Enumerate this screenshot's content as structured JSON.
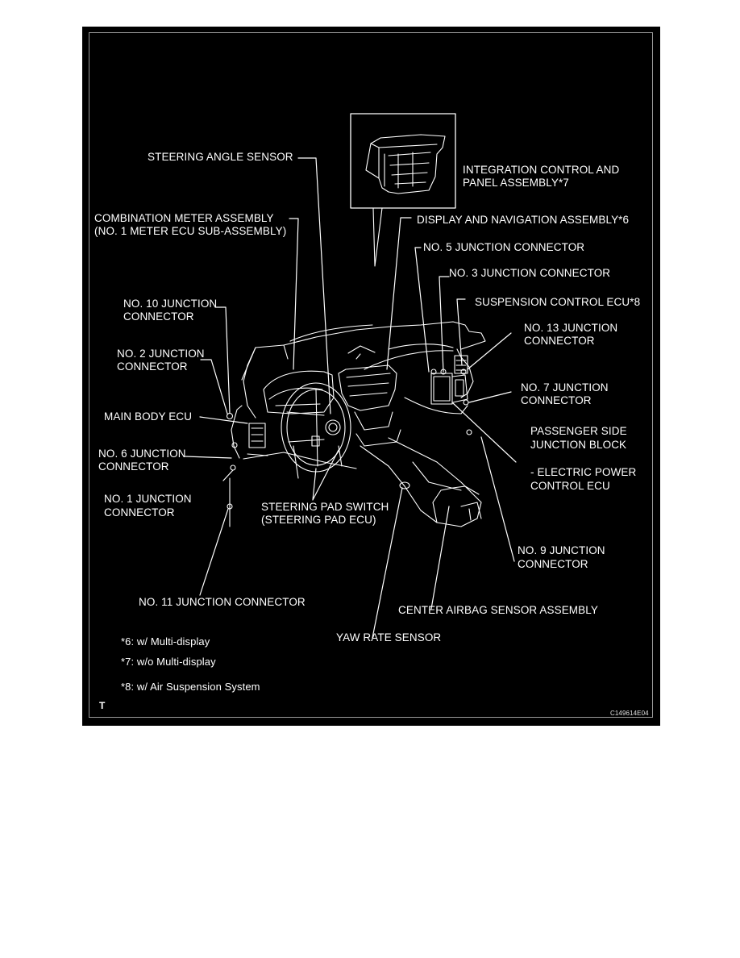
{
  "labels": {
    "steering_angle_sensor": "STEERING ANGLE SENSOR",
    "integration_control_line1": "INTEGRATION CONTROL AND",
    "integration_control_line2": "PANEL ASSEMBLY*7",
    "combination_meter_line1": "COMBINATION METER ASSEMBLY",
    "combination_meter_line2": "(NO. 1 METER ECU SUB-ASSEMBLY)",
    "display_navigation": "DISPLAY AND NAVIGATION ASSEMBLY*6",
    "no5_junction": "NO. 5 JUNCTION CONNECTOR",
    "no3_junction": "NO. 3 JUNCTION CONNECTOR",
    "suspension_ecu": "SUSPENSION CONTROL ECU*8",
    "no10_line1": "NO. 10 JUNCTION",
    "no10_line2": "CONNECTOR",
    "no13_line1": "NO. 13 JUNCTION",
    "no13_line2": "CONNECTOR",
    "no2_line1": "NO. 2 JUNCTION",
    "no2_line2": "CONNECTOR",
    "no7_line1": "NO. 7 JUNCTION",
    "no7_line2": "CONNECTOR",
    "main_body_ecu": "MAIN BODY ECU",
    "passenger_jb_line1": "PASSENGER SIDE",
    "passenger_jb_line2": "JUNCTION BLOCK",
    "no6_line1": "NO. 6 JUNCTION",
    "no6_line2": "CONNECTOR",
    "electric_power_line1": "- ELECTRIC POWER",
    "electric_power_line2": "CONTROL ECU",
    "no1_line1": "NO. 1 JUNCTION",
    "no1_line2": "CONNECTOR",
    "steering_pad_line1": "STEERING PAD SWITCH",
    "steering_pad_line2": "(STEERING PAD ECU)",
    "no9_line1": "NO. 9 JUNCTION",
    "no9_line2": "CONNECTOR",
    "no11_junction": "NO. 11 JUNCTION CONNECTOR",
    "center_airbag": "CENTER AIRBAG SENSOR ASSEMBLY",
    "yaw_rate": "YAW RATE SENSOR"
  },
  "notes": {
    "note6": "*6: w/ Multi-display",
    "note7": "*7: w/o Multi-display",
    "note8": "*8: w/ Air Suspension System"
  },
  "corner_mark": "T",
  "figure_code": "C149614E04"
}
